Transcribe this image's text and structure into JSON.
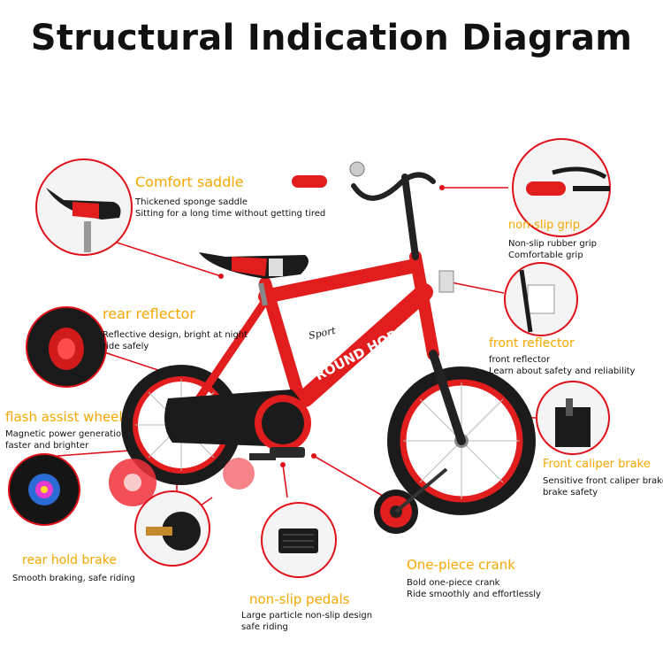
{
  "title": "Structural Indication Diagram",
  "accent_color": "#f5a800",
  "leader_color": "#e0101a",
  "brand_text": "ROUND HORSE",
  "sport_text": "Sport",
  "features": [
    {
      "name": "Comfort saddle",
      "lines": [
        "Thickened sponge saddle",
        "Sitting for a long time without getting tired"
      ]
    },
    {
      "name": "non-slip grip",
      "lines": [
        "Non-slip rubber grip",
        "Comfortable grip"
      ]
    },
    {
      "name": "rear reflector",
      "lines": [
        "Reflective design, bright at night",
        "ride safely"
      ]
    },
    {
      "name": "front reflector",
      "lines": [
        "front reflector",
        "Learn about safety and reliability"
      ]
    },
    {
      "name": "flash assist wheel",
      "lines": [
        "Magnetic power generation",
        "faster and brighter"
      ]
    },
    {
      "name": "Front caliper brake",
      "lines": [
        "Sensitive front caliper brake",
        "brake safety"
      ]
    },
    {
      "name": "rear hold brake",
      "lines": [
        "Smooth braking, safe riding"
      ]
    },
    {
      "name": "One-piece crank",
      "lines": [
        "Bold one-piece crank",
        "Ride smoothly and effortlessly"
      ]
    },
    {
      "name": "non-slip pedals",
      "lines": [
        "Large particle non-slip design",
        "safe riding"
      ]
    }
  ]
}
